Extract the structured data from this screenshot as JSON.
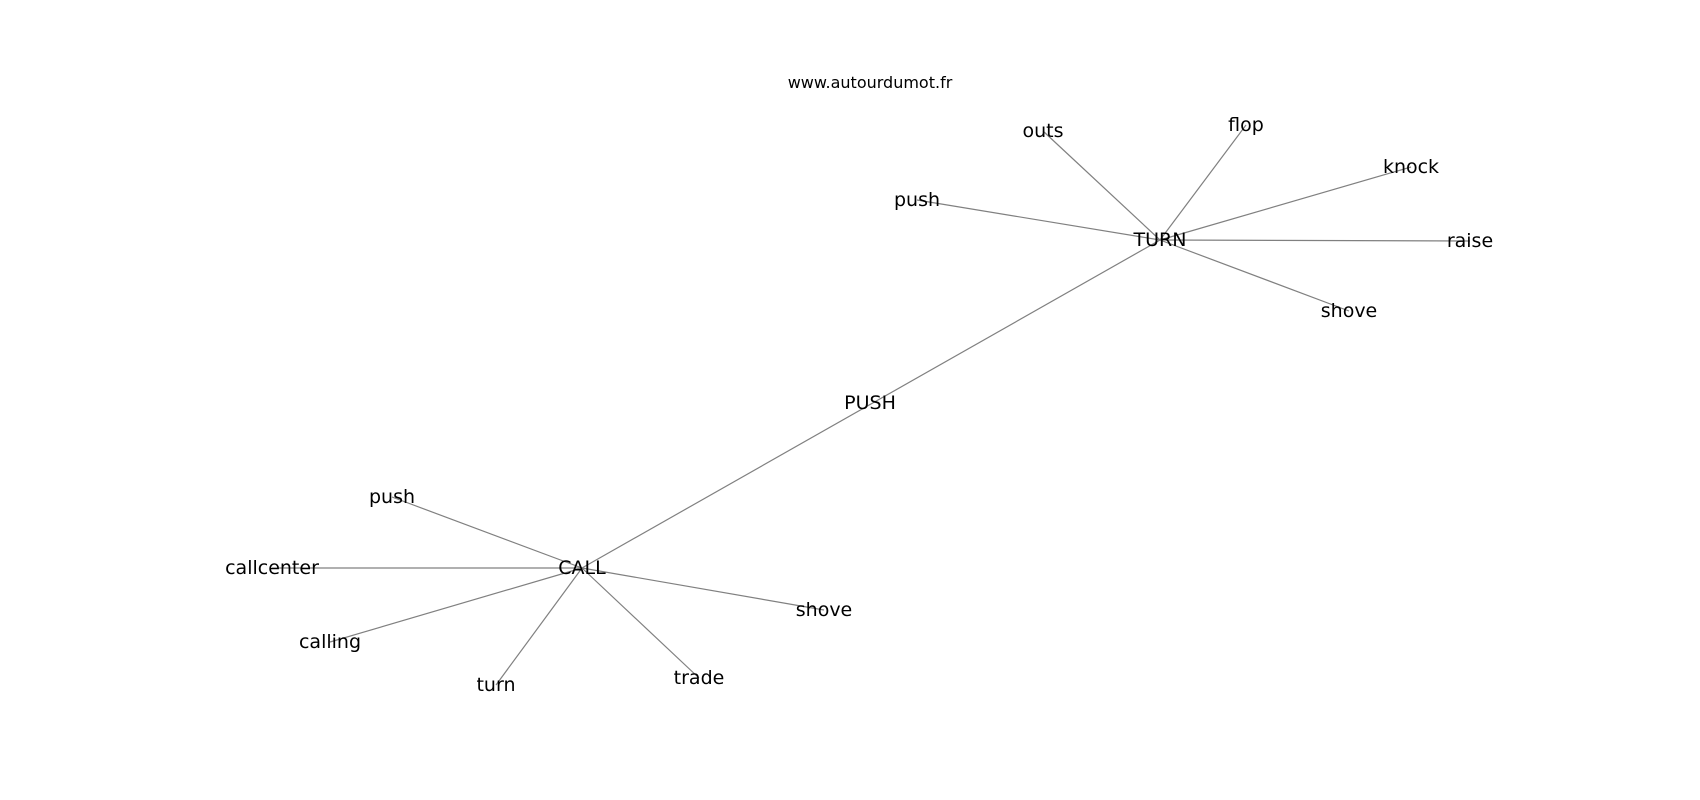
{
  "watermark": "www.autourdumot.fr",
  "colors": {
    "edge": "#808080",
    "text": "#000000",
    "background": "#ffffff"
  },
  "nodes": [
    {
      "id": "push-center",
      "label": "PUSH"
    },
    {
      "id": "turn-hub",
      "label": "TURN"
    },
    {
      "id": "call-hub",
      "label": "CALL"
    },
    {
      "id": "turn-outs",
      "label": "outs"
    },
    {
      "id": "turn-flop",
      "label": "flop"
    },
    {
      "id": "turn-knock",
      "label": "knock"
    },
    {
      "id": "turn-push",
      "label": "push"
    },
    {
      "id": "turn-raise",
      "label": "raise"
    },
    {
      "id": "turn-shove",
      "label": "shove"
    },
    {
      "id": "call-push",
      "label": "push"
    },
    {
      "id": "call-callcenter",
      "label": "callcenter"
    },
    {
      "id": "call-calling",
      "label": "calling"
    },
    {
      "id": "call-turn",
      "label": "turn"
    },
    {
      "id": "call-trade",
      "label": "trade"
    },
    {
      "id": "call-shove",
      "label": "shove"
    }
  ],
  "edges": [
    [
      "call-hub",
      "turn-hub"
    ],
    [
      "turn-hub",
      "turn-outs"
    ],
    [
      "turn-hub",
      "turn-flop"
    ],
    [
      "turn-hub",
      "turn-knock"
    ],
    [
      "turn-hub",
      "turn-push"
    ],
    [
      "turn-hub",
      "turn-raise"
    ],
    [
      "turn-hub",
      "turn-shove"
    ],
    [
      "call-hub",
      "call-push"
    ],
    [
      "call-hub",
      "call-callcenter"
    ],
    [
      "call-hub",
      "call-calling"
    ],
    [
      "call-hub",
      "call-turn"
    ],
    [
      "call-hub",
      "call-trade"
    ],
    [
      "call-hub",
      "call-shove"
    ]
  ]
}
